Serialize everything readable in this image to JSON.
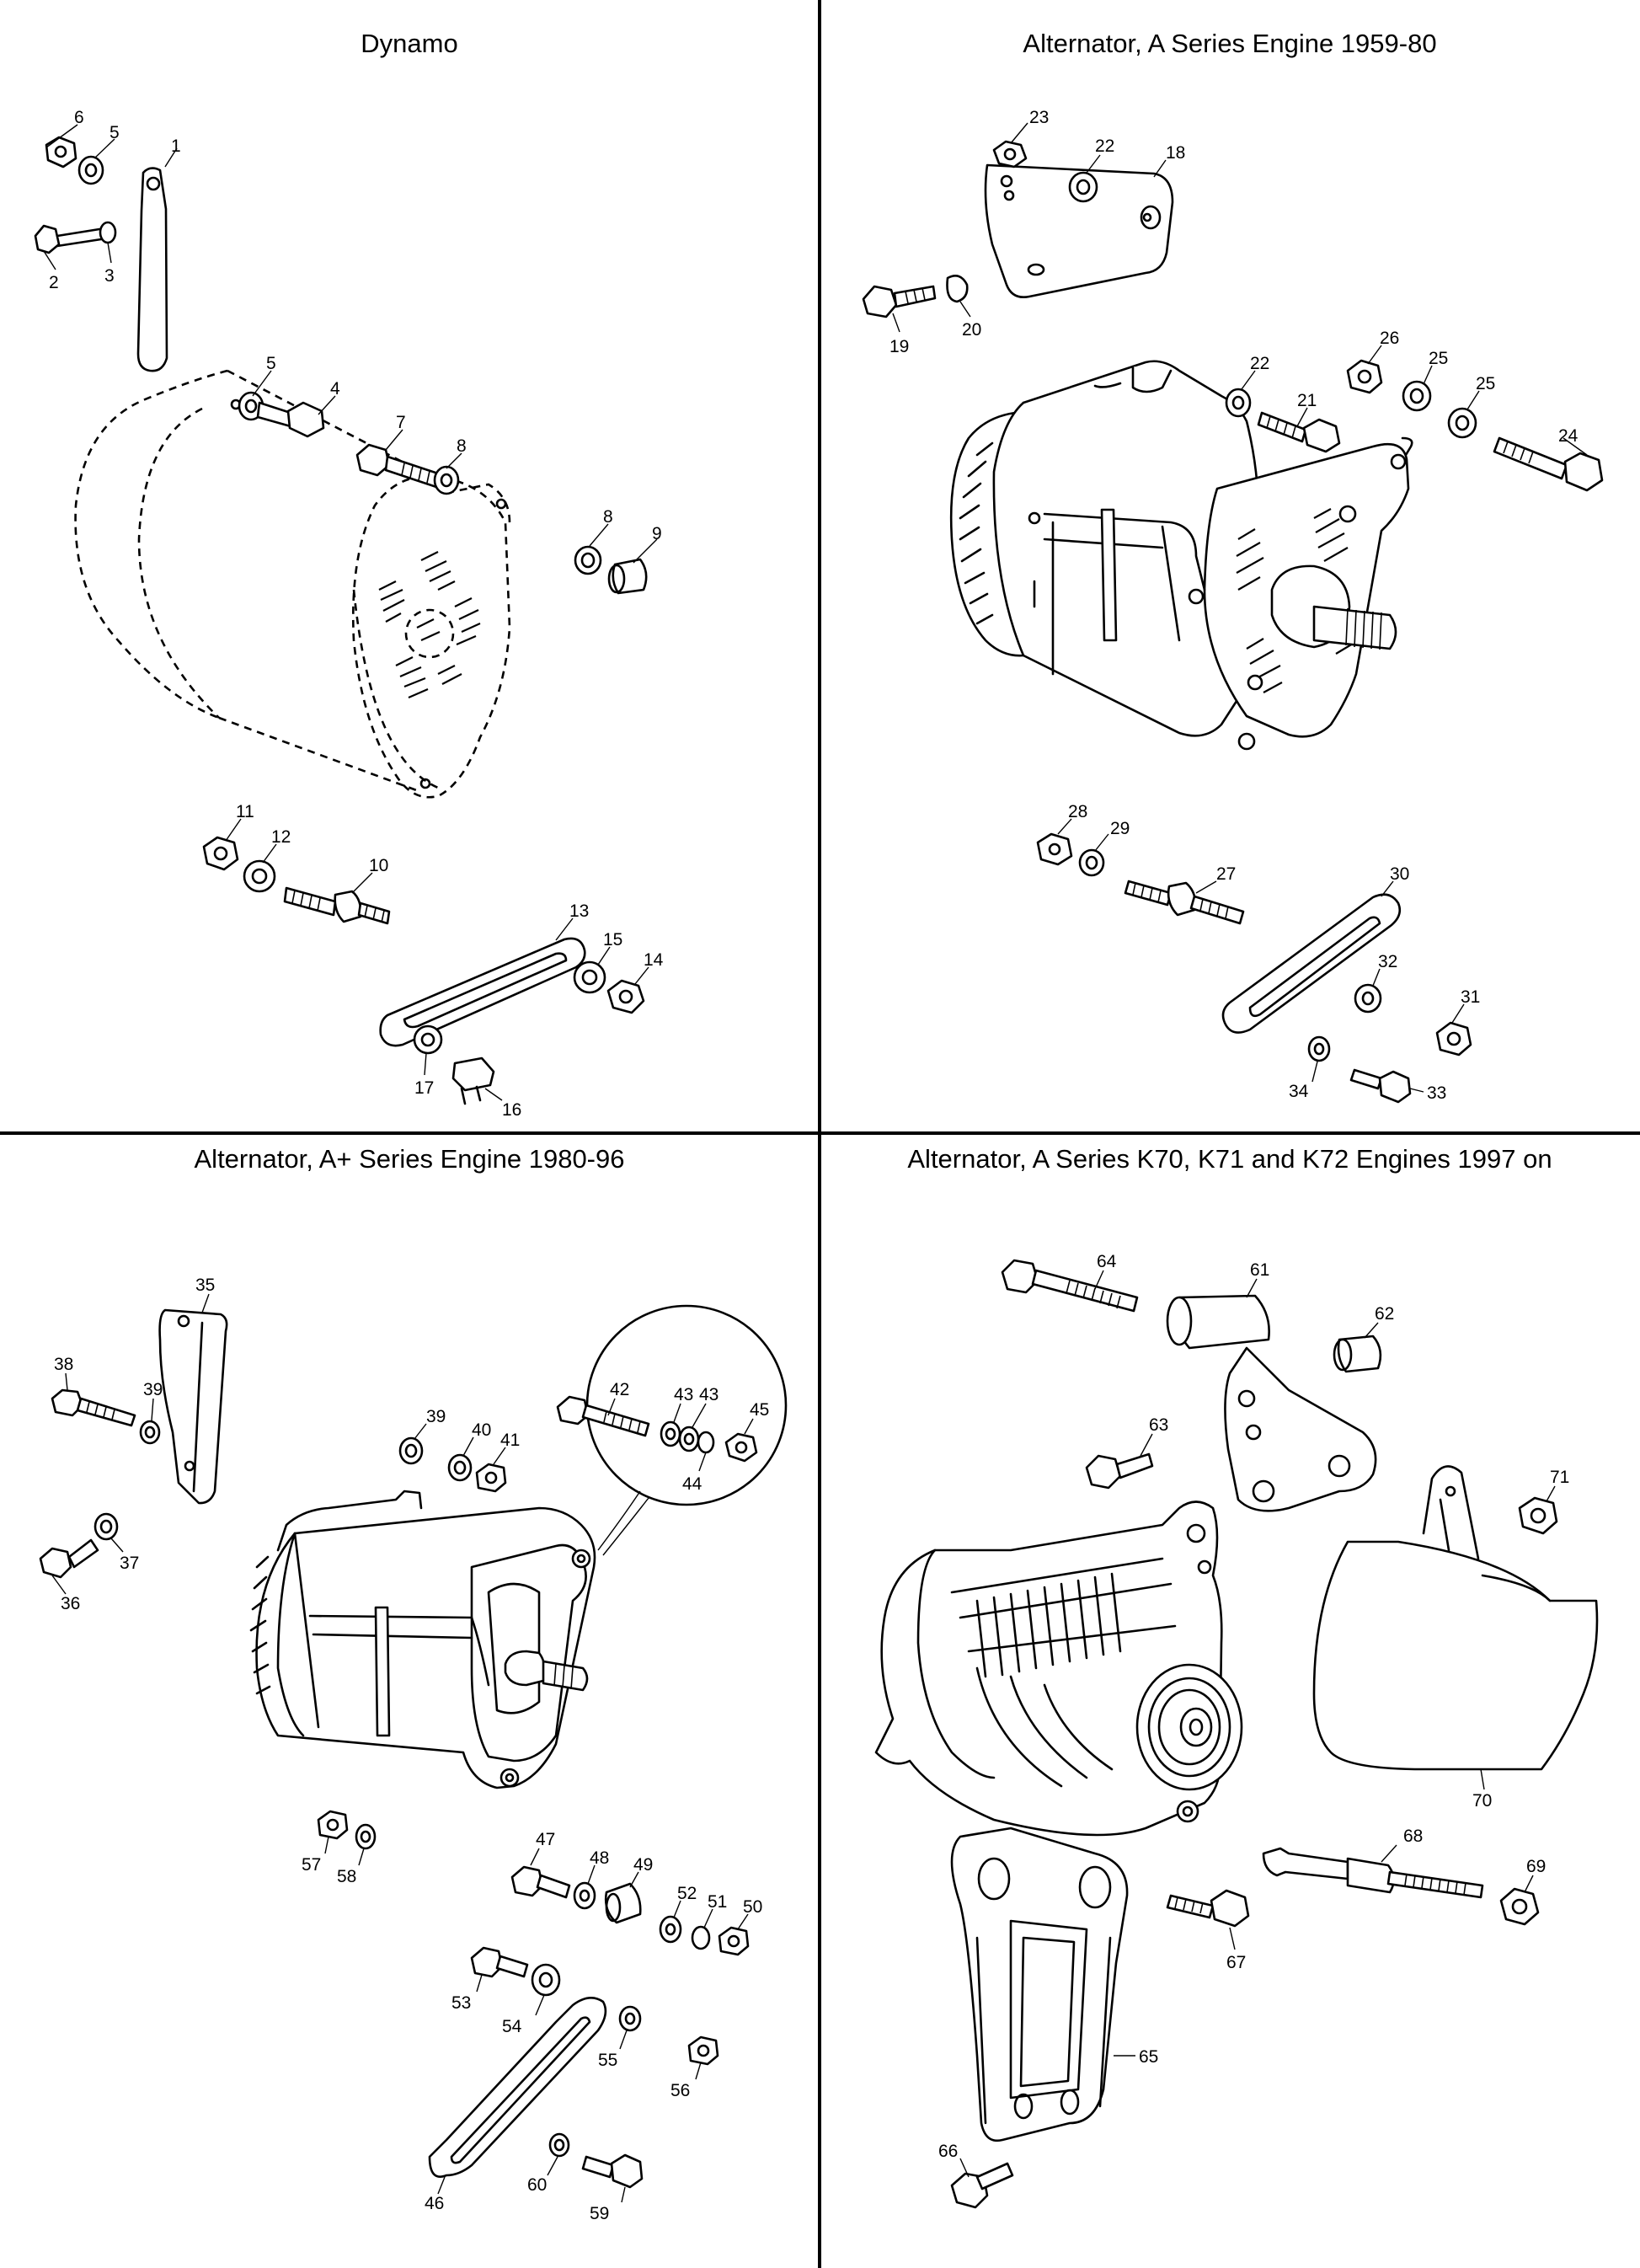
{
  "panels": [
    {
      "title": "Dynamo"
    },
    {
      "title": "Alternator, A Series Engine 1959-80"
    },
    {
      "title": "Alternator, A+ Series Engine 1980-96"
    },
    {
      "title": "Alternator, A Series K70, K71 and K72 Engines 1997 on"
    }
  ],
  "callouts": [
    "1",
    "2",
    "3",
    "4",
    "5",
    "6",
    "7",
    "8",
    "9",
    "10",
    "11",
    "12",
    "13",
    "14",
    "15",
    "16",
    "17",
    "18",
    "19",
    "20",
    "21",
    "22",
    "23",
    "24",
    "25",
    "26",
    "27",
    "28",
    "29",
    "30",
    "31",
    "32",
    "33",
    "34",
    "35",
    "36",
    "37",
    "38",
    "39",
    "40",
    "41",
    "42",
    "43",
    "44",
    "45",
    "46",
    "47",
    "48",
    "49",
    "50",
    "51",
    "52",
    "53",
    "54",
    "55",
    "56",
    "57",
    "58",
    "59",
    "60",
    "61",
    "62",
    "63",
    "64",
    "65",
    "66",
    "67",
    "68",
    "69",
    "70",
    "71"
  ]
}
